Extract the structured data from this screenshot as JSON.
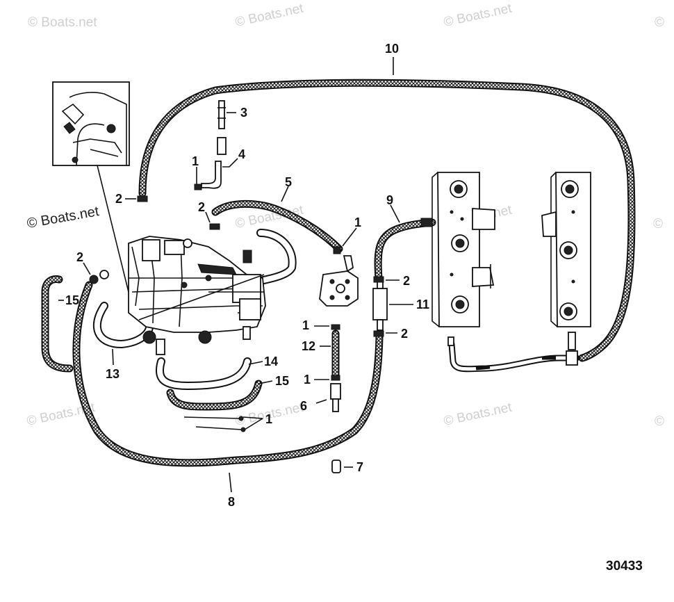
{
  "watermarks": [
    "© Boats.net",
    "© Boats.net",
    "© Boats.net",
    "©",
    "© Boats.net",
    "© Boats.net",
    "© Boats.net",
    "©",
    "© Boats.net",
    "© Boats.net",
    "© Boats.net",
    "©"
  ],
  "watermark_prominent": "© Boats.net",
  "callouts": {
    "c1a": "1",
    "c1b": "1",
    "c1c": "1",
    "c1d": "1",
    "c1e": "1",
    "c2a": "2",
    "c2b": "2",
    "c2c": "2",
    "c2d": "2",
    "c2e": "2",
    "c3": "3",
    "c4": "4",
    "c5": "5",
    "c6": "6",
    "c7": "7",
    "c8": "8",
    "c9": "9",
    "c10": "10",
    "c11": "11",
    "c12": "12",
    "c13": "13",
    "c14": "14",
    "c15a": "15",
    "c15b": "15"
  },
  "figure_number": "30433"
}
